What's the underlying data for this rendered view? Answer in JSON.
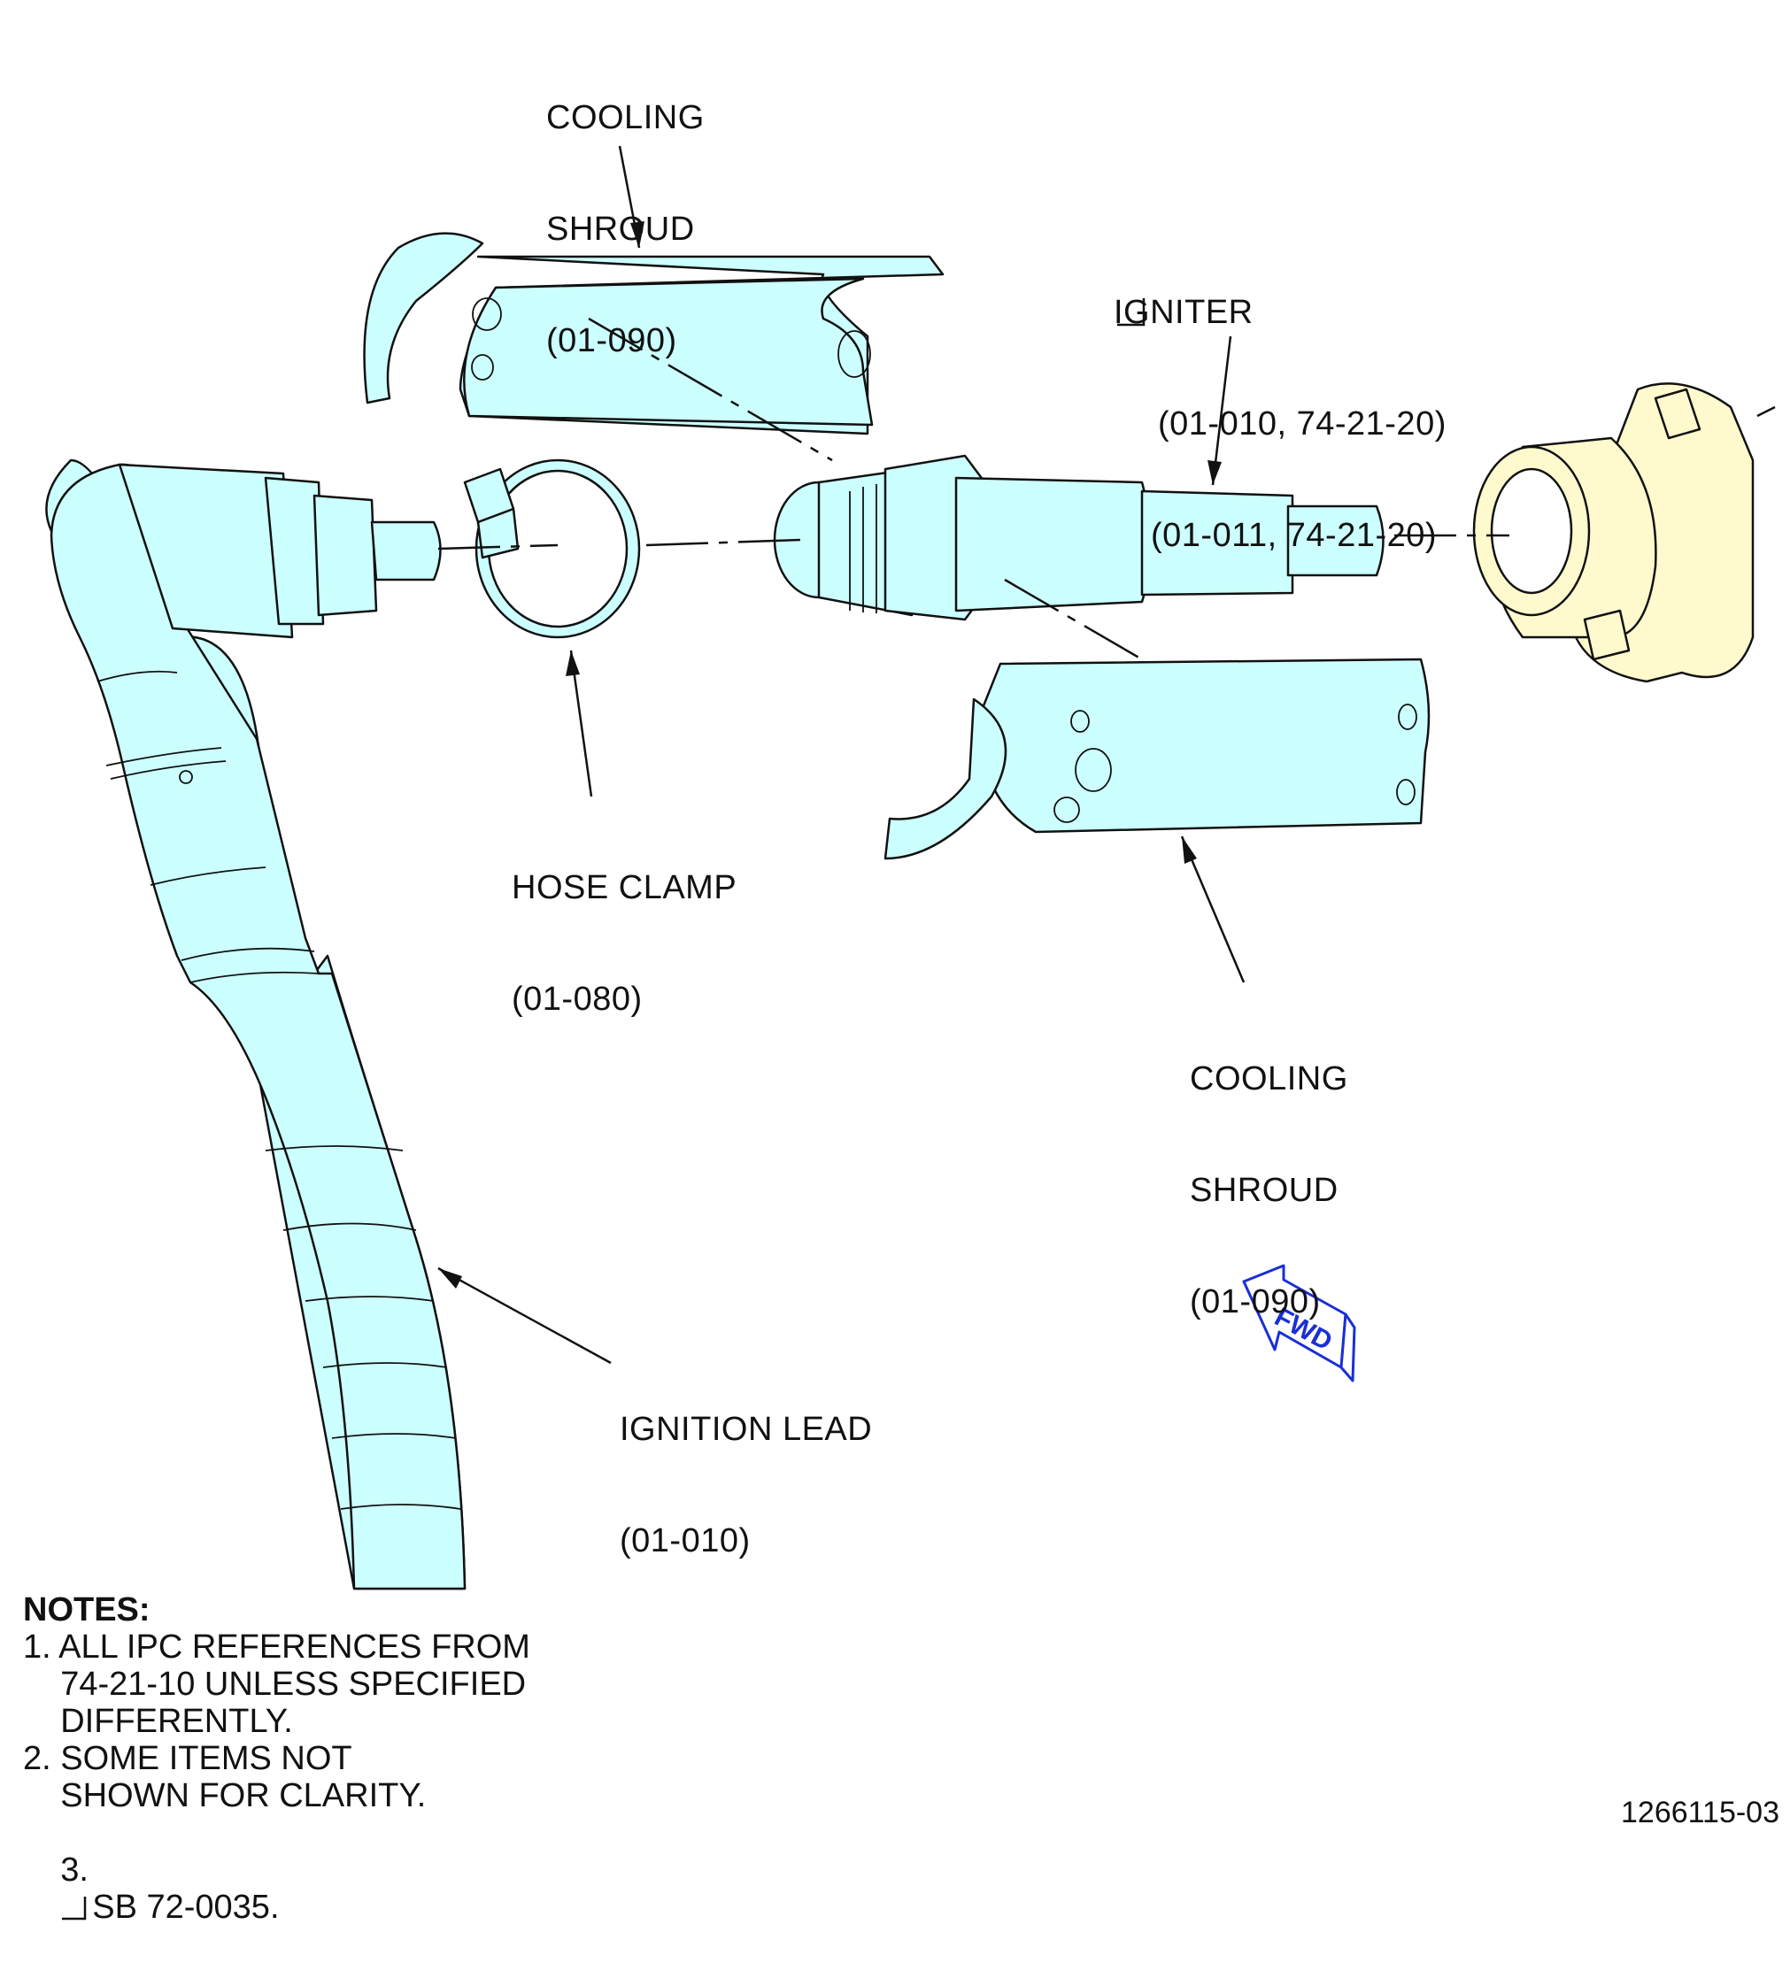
{
  "labels": {
    "cooling_shroud_top": [
      "COOLING",
      "SHROUD",
      "(01-090)"
    ],
    "igniter": [
      "IGNITER",
      "(01-010, 74-21-20)",
      "(01-011, 74-21-20)"
    ],
    "hose_clamp": [
      "HOSE CLAMP",
      "(01-080)"
    ],
    "cooling_shroud_bottom": [
      "COOLING",
      "SHROUD",
      "(01-090)"
    ],
    "ignition_lead": [
      "IGNITION LEAD",
      "(01-010)"
    ],
    "fwd": "FWD"
  },
  "notes": {
    "heading": "NOTES:",
    "items": [
      "1. ALL IPC REFERENCES FROM",
      "    74-21-10 UNLESS SPECIFIED",
      "    DIFFERENTLY.",
      "2. SOME ITEMS NOT",
      "    SHOWN FOR CLARITY.",
      "3.",
      "SB 72-0035."
    ]
  },
  "drawing_number": "1266115-03",
  "colors": {
    "part_fill": "#ccffff",
    "boss_fill": "#fffacd",
    "fwd_arrow": "#1a2fd6",
    "line": "#111111"
  }
}
